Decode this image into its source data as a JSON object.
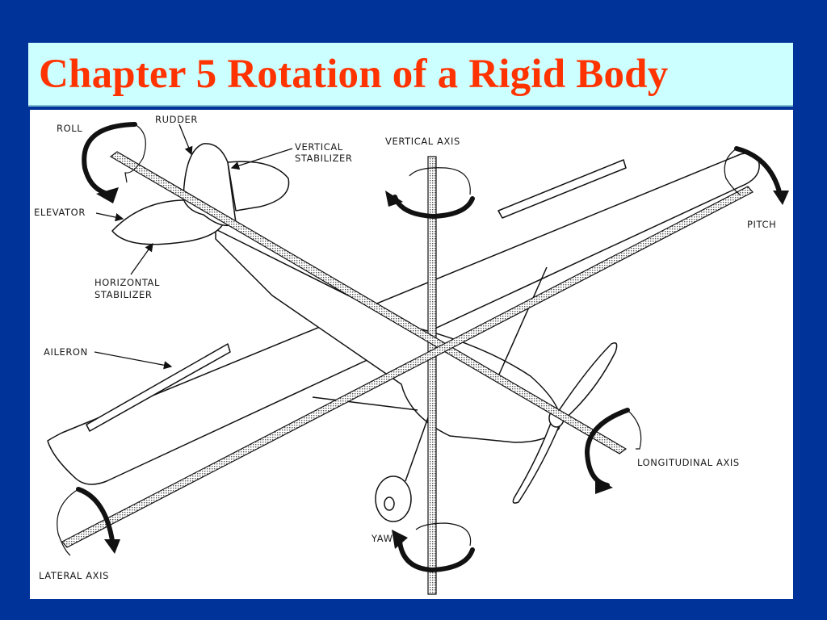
{
  "slide": {
    "title": "Chapter 5  Rotation of a Rigid Body",
    "colors": {
      "background": "#003399",
      "title_bar": "#ccffff",
      "title_text": "#ff3300",
      "figure_bg": "#ffffff"
    }
  },
  "diagram": {
    "labels": {
      "roll": "ROLL",
      "rudder": "RUDDER",
      "vertical_stabilizer_1": "VERTICAL",
      "vertical_stabilizer_2": "STABILIZER",
      "vertical_axis": "VERTICAL AXIS",
      "elevator": "ELEVATOR",
      "horizontal_stabilizer_1": "HORIZONTAL",
      "horizontal_stabilizer_2": "STABILIZER",
      "aileron": "AILERON",
      "pitch": "PITCH",
      "longitudinal_axis": "LONGITUDINAL AXIS",
      "yaw": "YAW",
      "lateral_axis": "LATERAL AXIS"
    }
  }
}
